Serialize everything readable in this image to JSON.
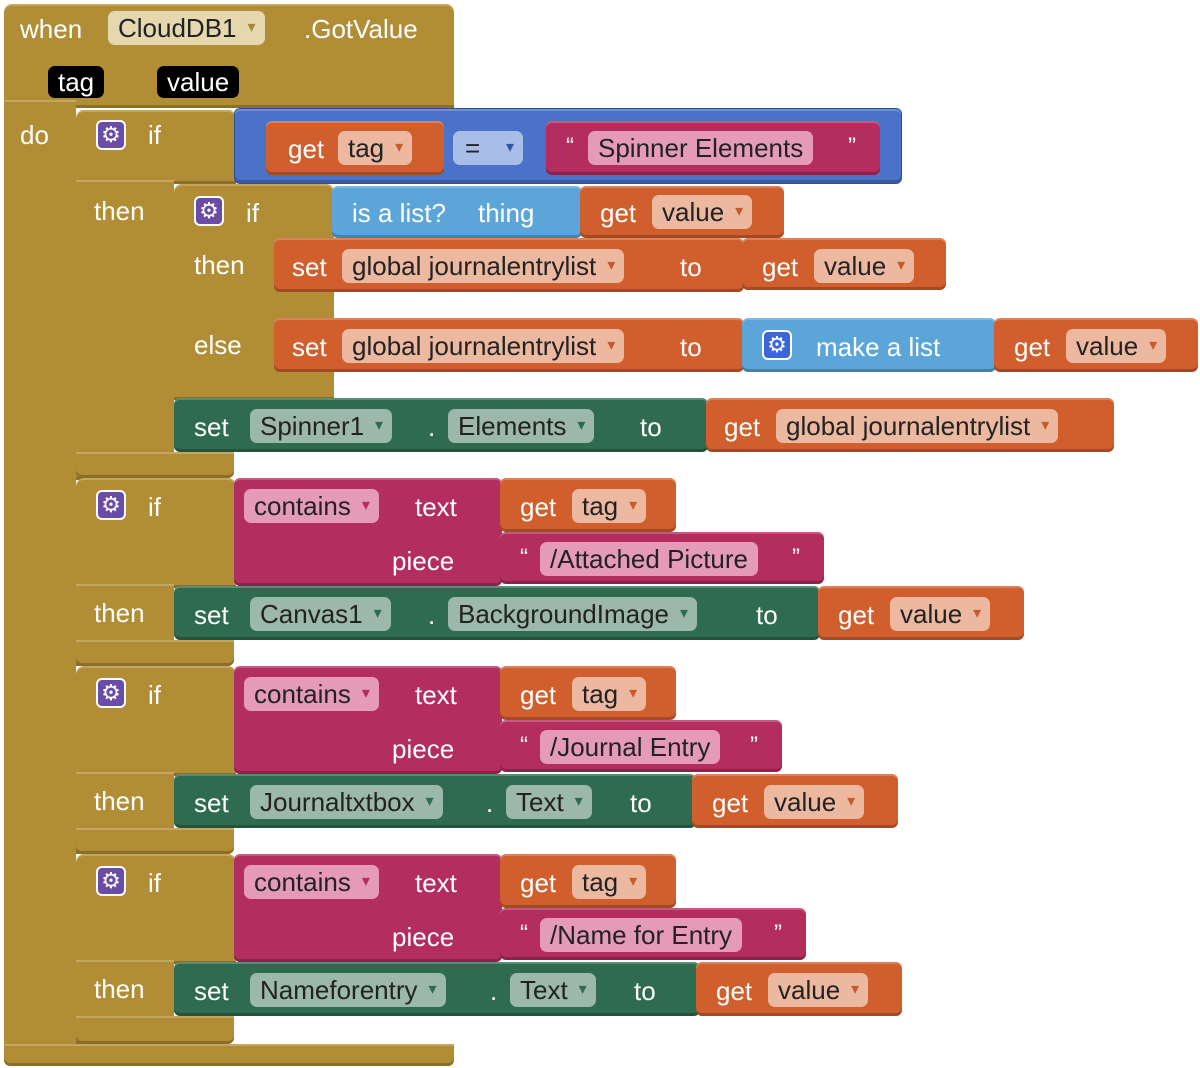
{
  "event": {
    "when": "when",
    "component": "CloudDB1",
    "event_name": ".GotValue",
    "params": [
      "tag",
      "value"
    ],
    "do": "do"
  },
  "keywords": {
    "if": "if",
    "then": "then",
    "else": "else",
    "get": "get",
    "set": "set",
    "to": "to",
    "dot": ".",
    "contains": "contains",
    "text": "text",
    "piece": "piece",
    "is_a_list": "is a list?",
    "thing": "thing",
    "make_a_list": "make a list",
    "equals": "=",
    "open_quote": "“",
    "close_quote": "”"
  },
  "vars": {
    "tag": "tag",
    "value": "value",
    "global_list": "global journalentrylist"
  },
  "if1": {
    "compare_string": "Spinner Elements"
  },
  "if1_set": {
    "component": "Spinner1",
    "property": "Elements"
  },
  "if2": {
    "piece_string": "/Attached Picture",
    "component": "Canvas1",
    "property": "BackgroundImage"
  },
  "if3": {
    "piece_string": "/Journal Entry",
    "component": "Journaltxtbox",
    "property": "Text"
  },
  "if4": {
    "piece_string": "/Name for Entry",
    "component": "Nameforentry",
    "property": "Text"
  },
  "colors": {
    "event": "#b18e35",
    "variables": "#d05f2d",
    "logic": "#4a72c8",
    "lists": "#5ba5d8",
    "text": "#b32d5e",
    "component_set": "#2f6b4f"
  },
  "icons": [
    "gear-icon",
    "chevron-down-icon"
  ]
}
